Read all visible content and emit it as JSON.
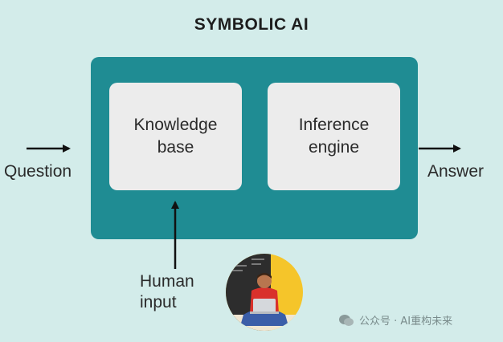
{
  "diagram": {
    "title": "SYMBOLIC AI",
    "knowledge_base": "Knowledge base",
    "inference_engine": "Inference engine",
    "question_label": "Question",
    "answer_label": "Answer",
    "human_input_label": "Human input"
  },
  "watermark": {
    "text": "公众号 · AI重构未来"
  },
  "colors": {
    "background": "#d3ecea",
    "main_box": "#1f8c93",
    "inner_box": "#ececec",
    "arrow": "#111111",
    "avatar_ring": "#f5c52a"
  }
}
